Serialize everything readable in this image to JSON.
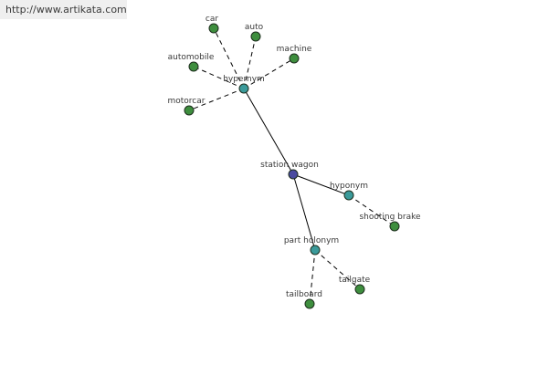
{
  "watermark": "http://www.artikata.com",
  "colors": {
    "center": "#4a4aa0",
    "relation": "#3a9a9a",
    "word": "#3e8e3e",
    "stroke": "#1e2e1e",
    "edge": "#000000"
  },
  "nodes": [
    {
      "id": "station_wagon",
      "label": "station wagon",
      "kind": "center"
    },
    {
      "id": "hypernym",
      "label": "hypernym",
      "kind": "relation"
    },
    {
      "id": "hyponym",
      "label": "hyponym",
      "kind": "relation"
    },
    {
      "id": "part_holonym",
      "label": "part holonym",
      "kind": "relation"
    },
    {
      "id": "car",
      "label": "car",
      "kind": "word"
    },
    {
      "id": "auto",
      "label": "auto",
      "kind": "word"
    },
    {
      "id": "machine",
      "label": "machine",
      "kind": "word"
    },
    {
      "id": "automobile",
      "label": "automobile",
      "kind": "word"
    },
    {
      "id": "motorcar",
      "label": "motorcar",
      "kind": "word"
    },
    {
      "id": "shooting_brake",
      "label": "shooting brake",
      "kind": "word"
    },
    {
      "id": "tailgate",
      "label": "tailgate",
      "kind": "word"
    },
    {
      "id": "tailboard",
      "label": "tailboard",
      "kind": "word"
    }
  ],
  "edges": [
    {
      "from": "station_wagon",
      "to": "hypernym",
      "style": "solid"
    },
    {
      "from": "station_wagon",
      "to": "hyponym",
      "style": "solid"
    },
    {
      "from": "station_wagon",
      "to": "part_holonym",
      "style": "solid"
    },
    {
      "from": "hypernym",
      "to": "car",
      "style": "dashed"
    },
    {
      "from": "hypernym",
      "to": "auto",
      "style": "dashed"
    },
    {
      "from": "hypernym",
      "to": "machine",
      "style": "dashed"
    },
    {
      "from": "hypernym",
      "to": "automobile",
      "style": "dashed"
    },
    {
      "from": "hypernym",
      "to": "motorcar",
      "style": "dashed"
    },
    {
      "from": "hyponym",
      "to": "shooting_brake",
      "style": "dashed"
    },
    {
      "from": "part_holonym",
      "to": "tailgate",
      "style": "dashed"
    },
    {
      "from": "part_holonym",
      "to": "tailboard",
      "style": "dashed"
    }
  ]
}
